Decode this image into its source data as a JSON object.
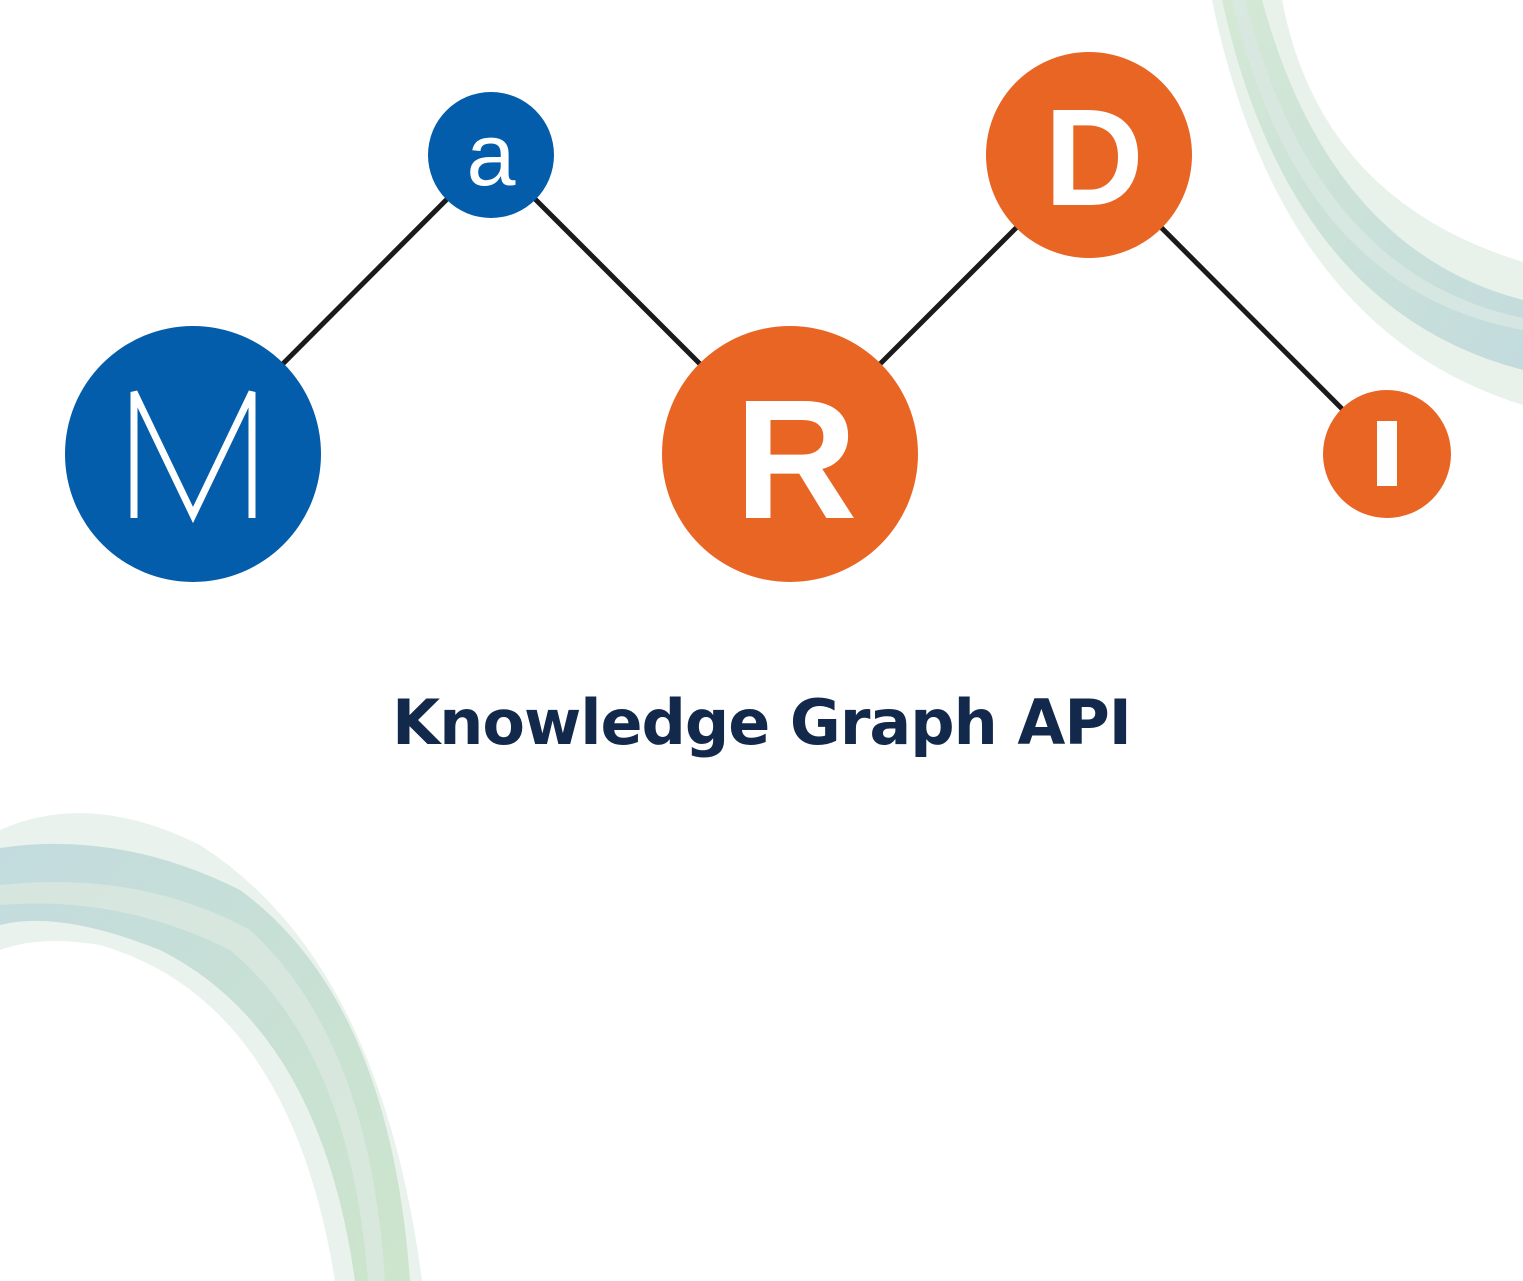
{
  "logo": {
    "letters": [
      "M",
      "a",
      "R",
      "D",
      "I"
    ],
    "colors": {
      "blue": "#035dab",
      "orange": "#e96524",
      "connector": "#1a1a1a"
    }
  },
  "title": "Knowledge Graph API",
  "colors": {
    "title": "#13294b",
    "arc_green": "#c9e3c9",
    "arc_teal": "#b9d6db"
  }
}
